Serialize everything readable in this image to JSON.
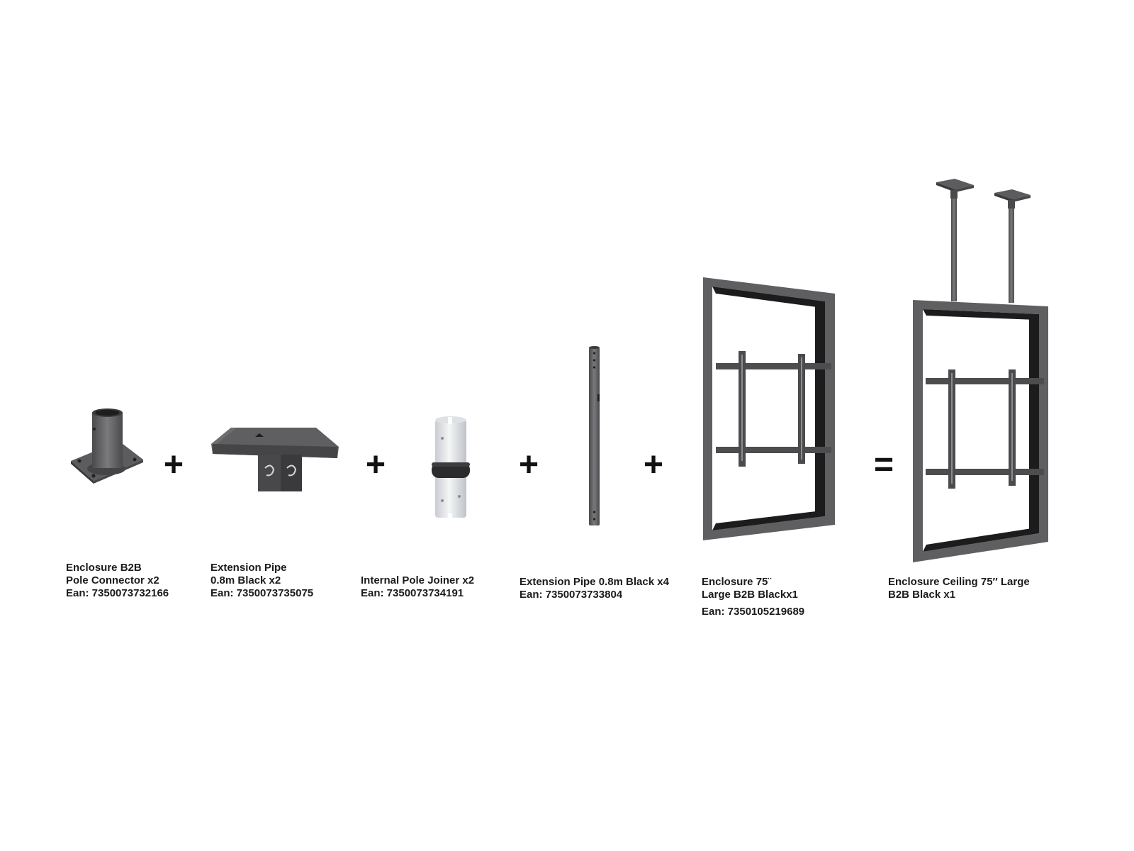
{
  "items": [
    {
      "lines": [
        "Enclosure B2B",
        "Pole Connector x2",
        "Ean: 7350073732166"
      ]
    },
    {
      "lines": [
        "Extension Pipe",
        "0.8m Black x2",
        "Ean: 7350073735075"
      ]
    },
    {
      "lines": [
        "Internal Pole Joiner x2",
        "Ean: 7350073734191"
      ]
    },
    {
      "lines": [
        "Extension Pipe 0.8m Black x4",
        "Ean: 7350073733804"
      ]
    },
    {
      "lines": [
        "Enclosure 75¨",
        "Large B2B Blackx1",
        "Ean: 7350105219689"
      ]
    }
  ],
  "result": {
    "lines": [
      "Enclosure Ceiling 75″ Large",
      "B2B Black x1"
    ]
  },
  "operators": {
    "plus": "+",
    "equals": "="
  },
  "colors": {
    "metal": "#5c5c5e",
    "metal_dark": "#3a3a3c",
    "metal_light": "#7d7d80",
    "joiner": "#e6e8ea",
    "band": "#2b2b2b"
  }
}
